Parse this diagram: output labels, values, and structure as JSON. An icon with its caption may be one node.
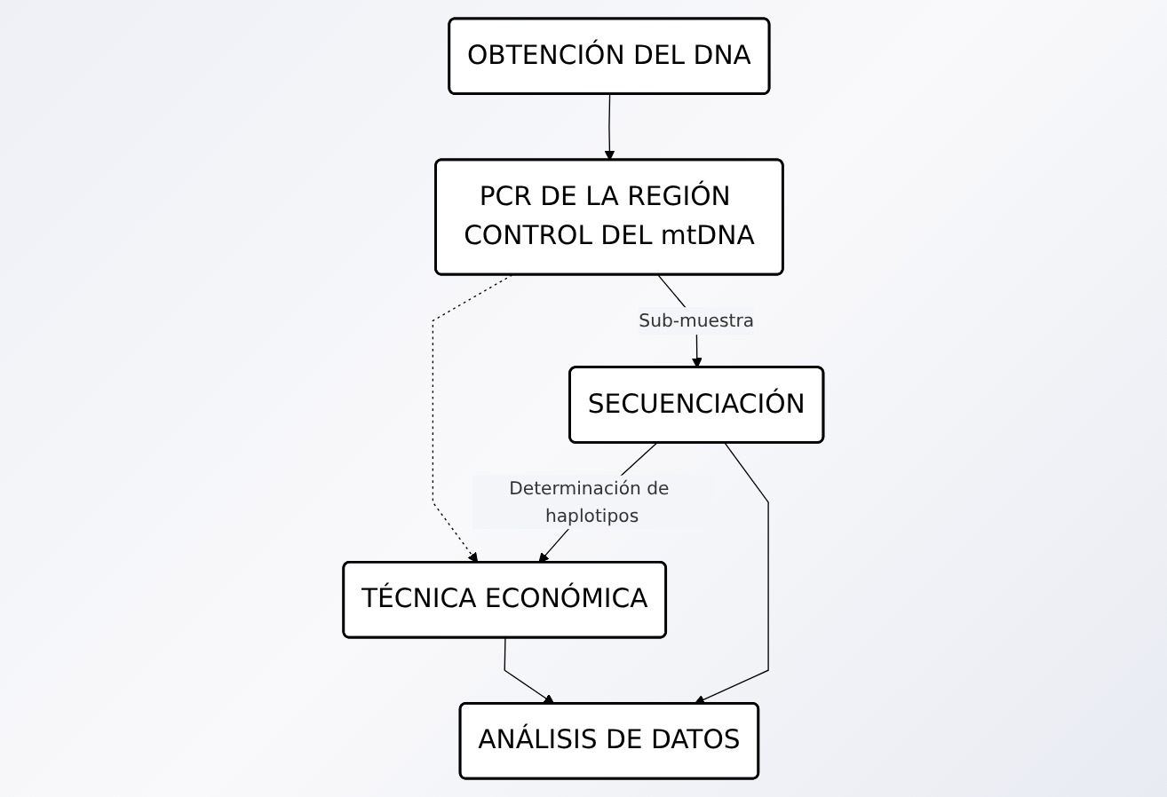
{
  "diagram": {
    "nodes": [
      {
        "text": [
          "OBTENCIÓN DEL DNA"
        ]
      },
      {
        "text": [
          "PCR DE LA REGIÓN CONTROL DEL mtDNA"
        ]
      },
      {
        "text": [
          "TÉCNICA ECONÓMICA"
        ]
      },
      {
        "text": [
          "SECUENCIACIÓN"
        ]
      },
      {
        "text": [
          "ANÁLISIS DE DATOS"
        ]
      }
    ],
    "edges": [
      {
        "from": 0,
        "to": 1,
        "arrow": "to"
      },
      {
        "from": 1,
        "to": 2,
        "arrow": "to",
        "style": "dashed"
      },
      {
        "from": 1,
        "to": 3,
        "arrow": "to",
        "label": "Sub-muestra"
      },
      {
        "from": 3,
        "to": 2,
        "arrow": "to",
        "label": "Determinación de haplotipos"
      },
      {
        "from": 2,
        "to": 4,
        "arrow": "to"
      },
      {
        "from": 3,
        "to": 4,
        "arrow": "to"
      }
    ]
  }
}
